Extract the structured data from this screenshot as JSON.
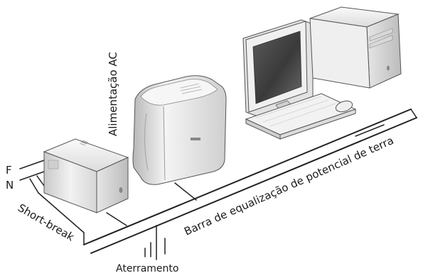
{
  "diagram": {
    "labels": {
      "phase": "F",
      "neutral": "N",
      "short_break": "Short-break",
      "ac_supply": "Alimentação AC",
      "equalization_bar": "Barra de equalização de potencial de terra",
      "grounding": "Aterramento"
    },
    "devices": [
      "ups-box",
      "oxygen-concentrator",
      "desktop-monitor",
      "desktop-tower",
      "keyboard",
      "mouse"
    ]
  }
}
